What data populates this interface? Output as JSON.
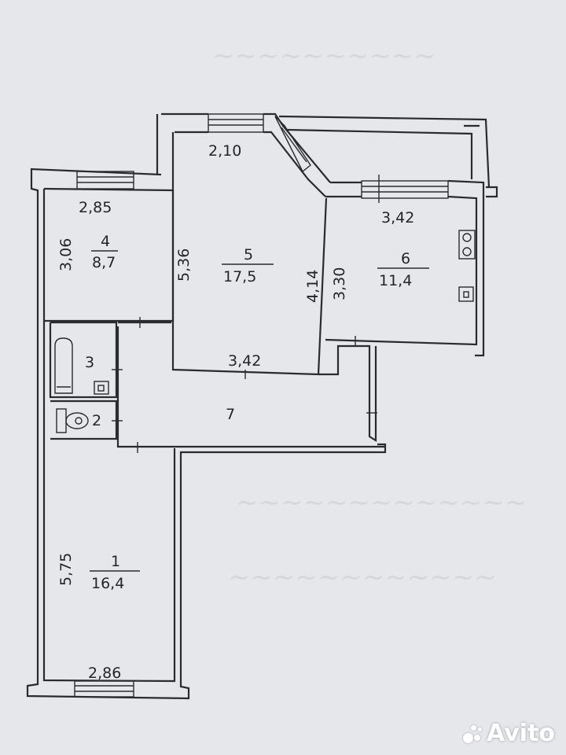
{
  "rooms": [
    {
      "id": "room-1",
      "number": "1",
      "area": "16,4"
    },
    {
      "id": "room-2",
      "number": "2",
      "area": ""
    },
    {
      "id": "room-3",
      "number": "3",
      "area": ""
    },
    {
      "id": "room-4",
      "number": "4",
      "area": "8,7"
    },
    {
      "id": "room-5",
      "number": "5",
      "area": "17,5"
    },
    {
      "id": "room-6",
      "number": "6",
      "area": "11,4"
    },
    {
      "id": "room-7",
      "number": "7",
      "area": ""
    }
  ],
  "dimensions": {
    "room4_width": "2,85",
    "room4_height": "3,06",
    "room5_top": "2,10",
    "room5_left": "5,36",
    "room5_right": "4,14",
    "room5_bottom": "3,42",
    "room6_width": "3,42",
    "room6_height": "3,30",
    "room1_height": "5,75",
    "room1_width": "2,86"
  },
  "watermark": "Avito",
  "colors": {
    "background": "#e6e7ea",
    "line": "#2a2b30",
    "watermark": "#ffffff"
  }
}
